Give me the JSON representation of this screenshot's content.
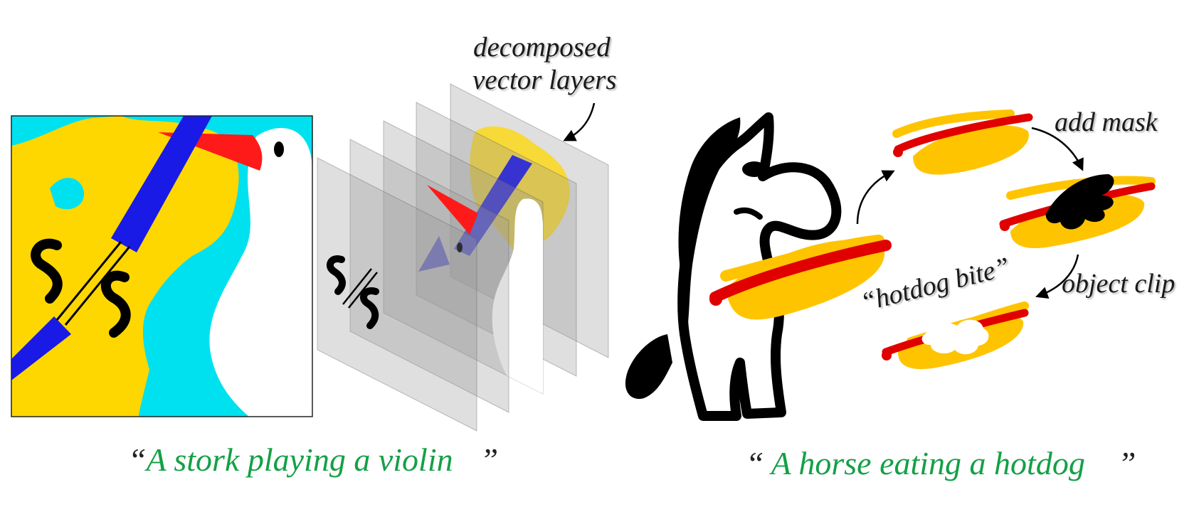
{
  "labels": {
    "decomposed_line1": "decomposed",
    "decomposed_line2": "vector layers",
    "add_mask": "add mask",
    "object_clip": "object clip",
    "hotdog_bite": "“hotdog bite”"
  },
  "captions": {
    "left": {
      "open": "“",
      "text": "A stork playing a violin",
      "close": "”"
    },
    "right": {
      "open": "“",
      "text": "A horse eating a hotdog",
      "close": "”"
    }
  },
  "colors": {
    "cyan": "#00e1f0",
    "violin_yellow": "#ffd700",
    "neck_blue": "#1a1ae6",
    "beak_red": "#ff1a1a",
    "black": "#000000",
    "white": "#ffffff",
    "layer_gray": "#9a9a9a",
    "bun": "#ffc400",
    "ketchup": "#e00000",
    "caption_green": "#14a046"
  }
}
